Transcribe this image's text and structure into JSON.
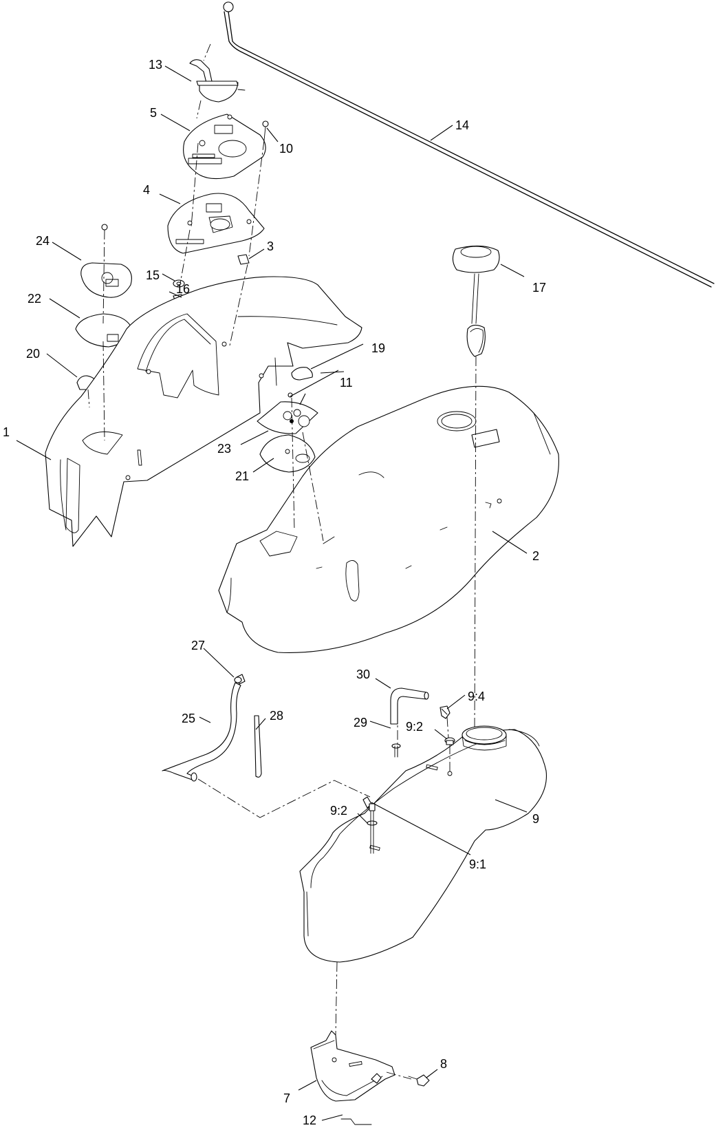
{
  "callouts": [
    {
      "id": "c1",
      "text": "1"
    },
    {
      "id": "c2",
      "text": "2"
    },
    {
      "id": "c3",
      "text": "3"
    },
    {
      "id": "c4",
      "text": "4"
    },
    {
      "id": "c5",
      "text": "5"
    },
    {
      "id": "c7",
      "text": "7"
    },
    {
      "id": "c8",
      "text": "8"
    },
    {
      "id": "c9",
      "text": "9"
    },
    {
      "id": "c9_1",
      "text": "9:1"
    },
    {
      "id": "c9_2a",
      "text": "9:2"
    },
    {
      "id": "c9_2b",
      "text": "9:2"
    },
    {
      "id": "c9_4",
      "text": "9:4"
    },
    {
      "id": "c10",
      "text": "10"
    },
    {
      "id": "c11",
      "text": "11"
    },
    {
      "id": "c12",
      "text": "12"
    },
    {
      "id": "c13",
      "text": "13"
    },
    {
      "id": "c14",
      "text": "14"
    },
    {
      "id": "c15",
      "text": "15"
    },
    {
      "id": "c16",
      "text": "16"
    },
    {
      "id": "c17",
      "text": "17"
    },
    {
      "id": "c19",
      "text": "19"
    },
    {
      "id": "c20",
      "text": "20"
    },
    {
      "id": "c21",
      "text": "21"
    },
    {
      "id": "c22",
      "text": "22"
    },
    {
      "id": "c23",
      "text": "23"
    },
    {
      "id": "c24",
      "text": "24"
    },
    {
      "id": "c25",
      "text": "25"
    },
    {
      "id": "c27",
      "text": "27"
    },
    {
      "id": "c28",
      "text": "28"
    },
    {
      "id": "c29",
      "text": "29"
    },
    {
      "id": "c30",
      "text": "30"
    }
  ]
}
